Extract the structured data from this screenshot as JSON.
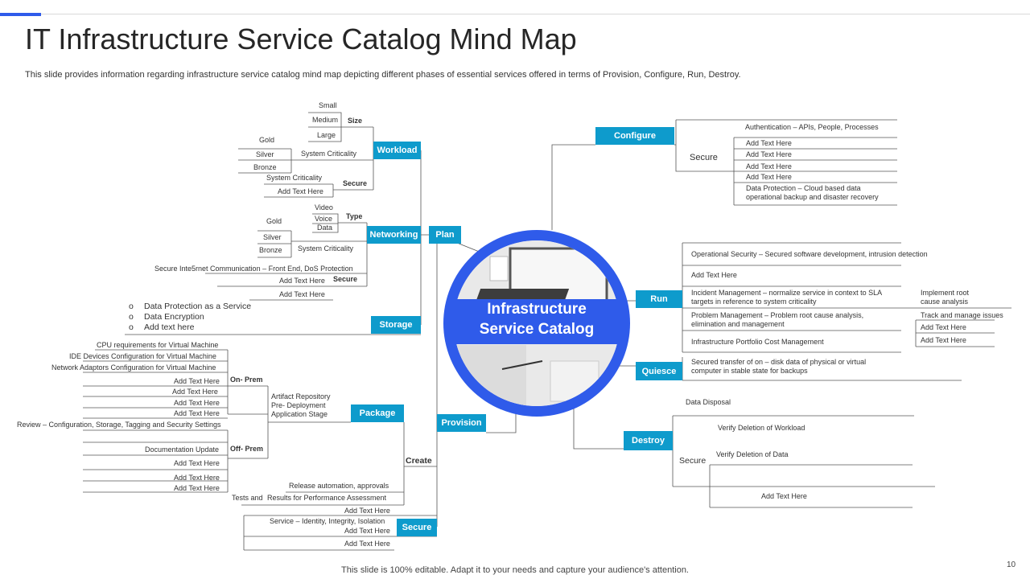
{
  "slide": {
    "title": "IT Infrastructure Service Catalog Mind Map",
    "subtitle": "This slide provides information regarding infrastructure service catalog mind map depicting different phases of essential services offered in terms of Provision, Configure, Run, Destroy.",
    "footer": "This slide is 100% editable. Adapt it to your needs and capture your audience's attention.",
    "page_number": "10"
  },
  "center": {
    "line1": "Infrastructure",
    "line2": "Service Catalog"
  },
  "nodes": {
    "plan": "Plan",
    "workload": "Workload",
    "networking": "Networking",
    "storage": "Storage",
    "package": "Package",
    "provision": "Provision",
    "secure": "Secure",
    "configure": "Configure",
    "run": "Run",
    "quiesce": "Quiesce",
    "destroy": "Destroy"
  },
  "workload": {
    "size_label": "Size",
    "sizes": [
      "Small",
      "Medium",
      "Large"
    ],
    "system_criticality": "System Criticality",
    "tiers": [
      "Gold",
      "Silver",
      "Bronze"
    ],
    "secure_label": "Secure",
    "secure_items": [
      "System Criticality",
      "Add Text Here"
    ]
  },
  "networking": {
    "type_label": "Type",
    "types": [
      "Video",
      "Voice",
      "Data"
    ],
    "system_criticality": "System Criticality",
    "tiers": [
      "Gold",
      "Silver",
      "Bronze"
    ],
    "secure_label": "Secure",
    "secure_items": [
      "Secure Inte5rnet Communication – Front End, DoS Protection",
      "Add Text Here",
      "Add Text Here"
    ]
  },
  "storage": {
    "bullet": "o",
    "items": [
      "Data Protection as a Service",
      "Data Encryption",
      "Add text here"
    ]
  },
  "package": {
    "left_items": [
      "CPU requirements for Virtual Machine",
      "IDE Devices Configuration for Virtual Machine",
      "Network Adaptors Configuration for Virtual Machine",
      "Add Text Here",
      "Add Text Here",
      "Add Text Here",
      "Add Text Here"
    ],
    "on_prem": "On- Prem",
    "off_prem": "Off- Prem",
    "review": "Review – Configuration, Storage, Tagging  and Security Settings",
    "off_items": [
      "Documentation Update",
      "Add Text Here",
      "Add Text Here",
      "Add Text Here"
    ],
    "artifact_lines": [
      "Artifact Repository",
      "Pre- Deployment",
      "Application Stage"
    ]
  },
  "create": {
    "label": "Create",
    "release": "Release automation, approvals",
    "tests_and": "Tests and",
    "results": "Results for Performance Assessment"
  },
  "secure_branch": {
    "items": [
      "Add Text Here",
      "Service – Identity, Integrity, Isolation",
      "Add Text Here",
      "Add Text Here"
    ]
  },
  "configure": {
    "secure_label": "Secure",
    "items": [
      "Authentication – APIs, People,  Processes",
      "Add Text Here",
      "Add Text Here",
      "Add Text Here",
      "Add Text Here",
      "Data Protection – Cloud based data",
      "operational backup and disaster recovery"
    ]
  },
  "run": {
    "items": [
      "Operational Security – Secured software development, intrusion detection",
      "Add Text Here",
      "Incident Management  – normalize service in context to SLA",
      "targets in reference to system criticality",
      "Problem Management – Problem root cause analysis,",
      "elimination and management",
      "Infrastructure Portfolio Cost Management"
    ],
    "sub_items": [
      "Implement root",
      "cause analysis",
      "Track and manage issues",
      "Add Text Here",
      "Add Text Here"
    ]
  },
  "quiesce": {
    "line1": "Secured transfer of on – disk data of physical or virtual",
    "line2": "computer in stable state for backups"
  },
  "destroy": {
    "data_disposal": "Data Disposal",
    "secure_label": "Secure",
    "items": [
      "Verify Deletion of Workload",
      "Verify Deletion of Data",
      "Add Text Here"
    ]
  }
}
